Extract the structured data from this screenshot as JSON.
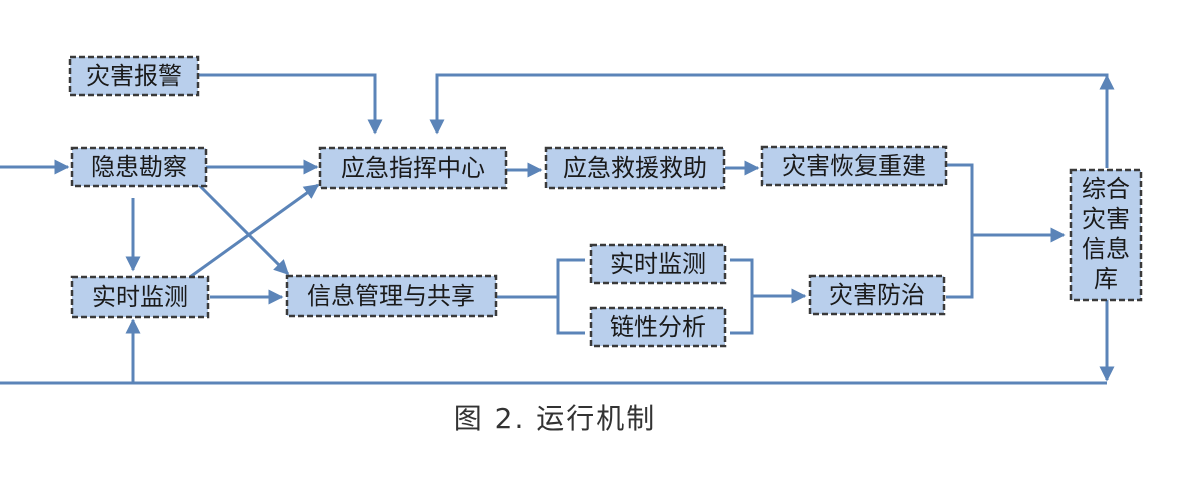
{
  "nodes": {
    "disaster_alarm": "灾害报警",
    "hazard_survey": "隐患勘察",
    "realtime_monitor_left": "实时监测",
    "command_center": "应急指挥中心",
    "rescue": "应急救援救助",
    "recovery": "灾害恢复重建",
    "info_sharing": "信息管理与共享",
    "realtime_monitor_right": "实时监测",
    "chain_analysis": "链性分析",
    "prevention": "灾害防治",
    "database_lines": [
      "综合",
      "灾害",
      "信息",
      "库"
    ]
  },
  "caption": "图 2. 运行机制",
  "colors": {
    "node_fill": "#b9cfec",
    "node_border": "#3a3a3a",
    "edge": "#5b84b8"
  }
}
